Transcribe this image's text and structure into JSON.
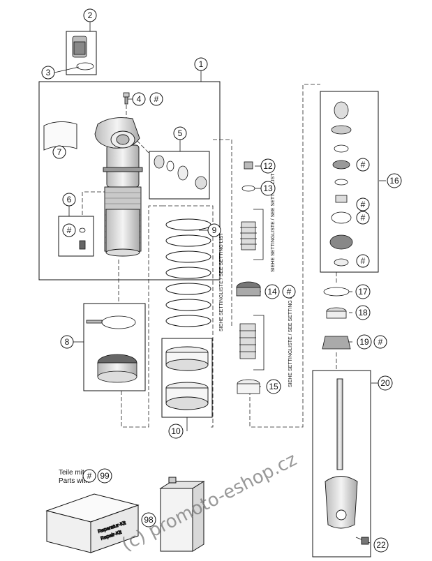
{
  "callouts": [
    {
      "n": "1"
    },
    {
      "n": "2"
    },
    {
      "n": "3"
    },
    {
      "n": "4",
      "hash": "#"
    },
    {
      "n": "5"
    },
    {
      "n": "6",
      "hash": "#"
    },
    {
      "n": "7"
    },
    {
      "n": "8"
    },
    {
      "n": "9"
    },
    {
      "n": "10"
    },
    {
      "n": "12"
    },
    {
      "n": "13"
    },
    {
      "n": "14",
      "hash": "#"
    },
    {
      "n": "15"
    },
    {
      "n": "16",
      "hash": "#"
    },
    {
      "n": "17"
    },
    {
      "n": "18"
    },
    {
      "n": "19",
      "hash": "#"
    },
    {
      "n": "20"
    },
    {
      "n": "22"
    },
    {
      "n": "98"
    }
  ],
  "setting_note": "SIEHE SETTINGLISTE / SEE SETTING LIST",
  "legend": {
    "line1": "Teile mit",
    "line2": "Parts with",
    "hash": "#",
    "code": "99"
  },
  "repair_kit": {
    "line1": "Reparatur-Kit",
    "line2": "Repair-Kit"
  },
  "watermark": "(c) promoto-eshop.cz",
  "colors": {
    "line": "#111111",
    "dash": "#222222",
    "part_fill": "#e6e6e6",
    "spring": "#cfcfcf",
    "watermark": "#777777"
  }
}
